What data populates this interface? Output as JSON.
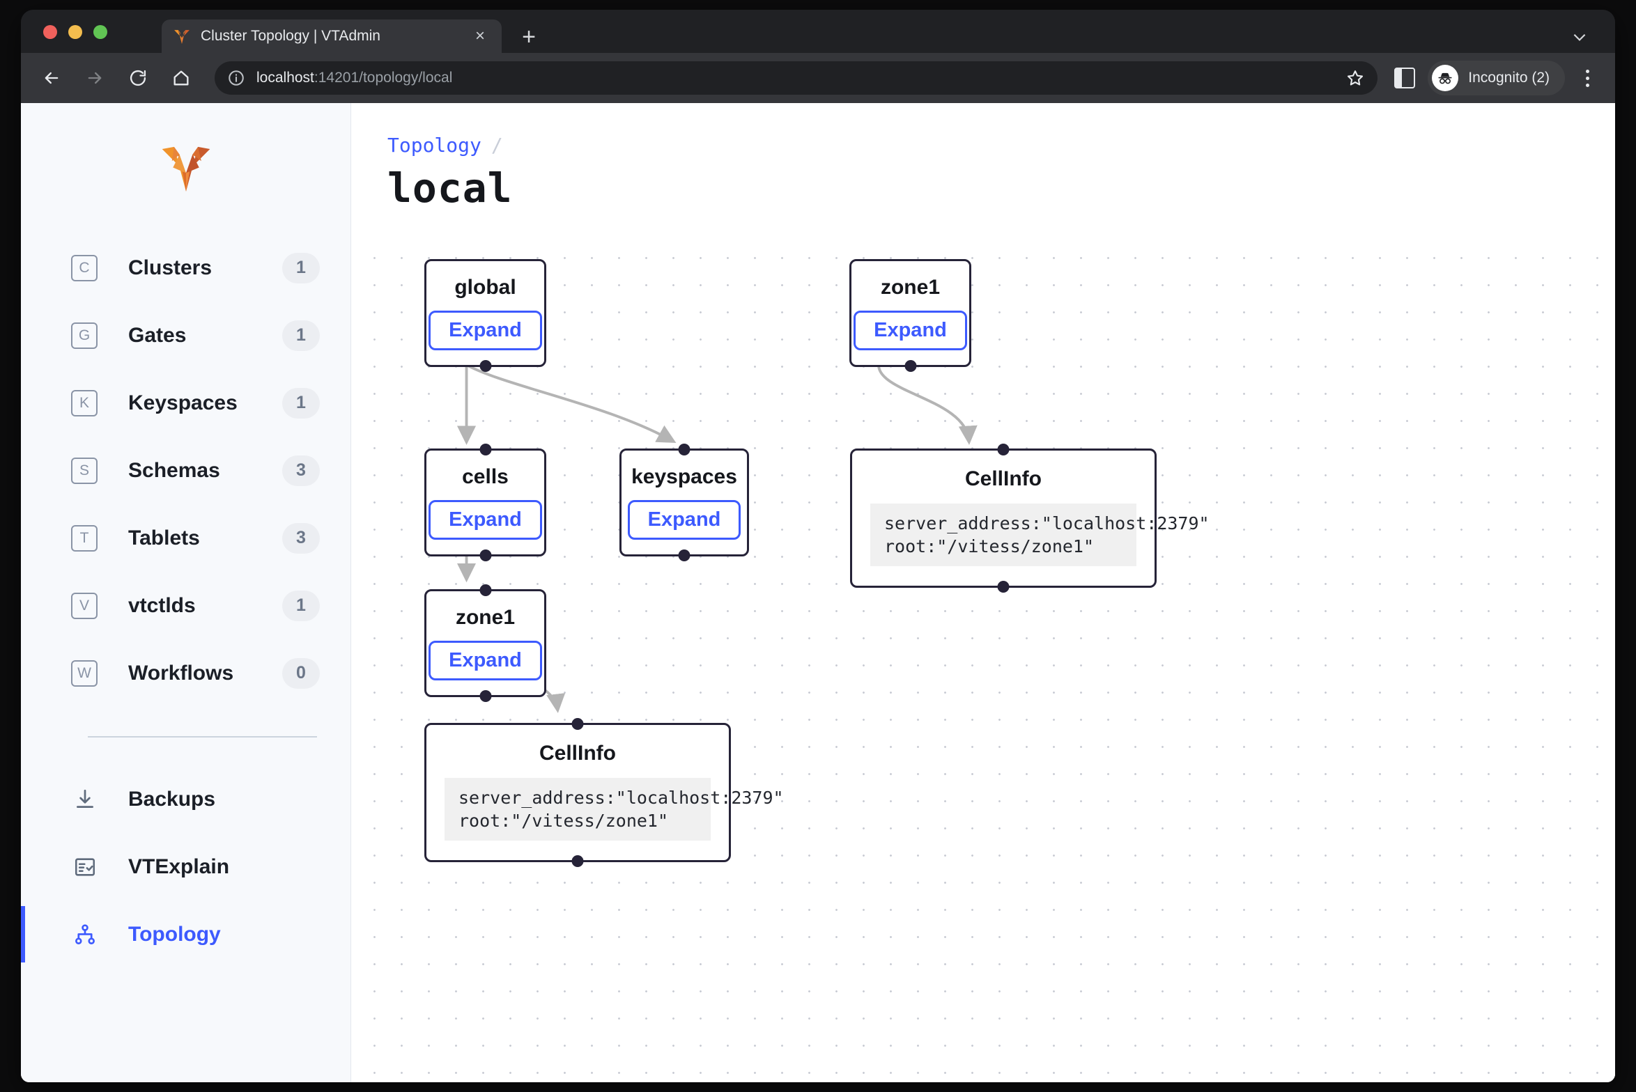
{
  "browser": {
    "tab": {
      "title": "Cluster Topology | VTAdmin",
      "favicon_name": "vitess-logo-icon",
      "close_label": "×"
    },
    "new_tab_label": "+",
    "toolbar": {
      "back_name": "back-button",
      "forward_name": "forward-button",
      "reload_name": "reload-button",
      "home_name": "home-button",
      "url_prefix": "localhost",
      "url_suffix": ":14201/topology/local",
      "full_url": "localhost:14201/topology/local",
      "profile_label": "Incognito (2)"
    }
  },
  "sidebar": {
    "logo_name": "vitess-logo",
    "items": [
      {
        "letter": "C",
        "label": "Clusters",
        "count": "1"
      },
      {
        "letter": "G",
        "label": "Gates",
        "count": "1"
      },
      {
        "letter": "K",
        "label": "Keyspaces",
        "count": "1"
      },
      {
        "letter": "S",
        "label": "Schemas",
        "count": "3"
      },
      {
        "letter": "T",
        "label": "Tablets",
        "count": "3"
      },
      {
        "letter": "V",
        "label": "vtctlds",
        "count": "1"
      },
      {
        "letter": "W",
        "label": "Workflows",
        "count": "0"
      }
    ],
    "secondary": [
      {
        "icon": "download-icon",
        "label": "Backups",
        "active": false
      },
      {
        "icon": "list-check-icon",
        "label": "VTExplain",
        "active": false
      },
      {
        "icon": "topology-icon",
        "label": "Topology",
        "active": true
      }
    ]
  },
  "main": {
    "breadcrumb_root": "Topology",
    "breadcrumb_separator": "/",
    "title": "local",
    "expand_label": "Expand",
    "nodes": [
      {
        "id": "global",
        "title": "global",
        "type": "simple"
      },
      {
        "id": "cells",
        "title": "cells",
        "type": "simple"
      },
      {
        "id": "keyspaces",
        "title": "keyspaces",
        "type": "simple"
      },
      {
        "id": "zone1-left",
        "title": "zone1",
        "type": "simple"
      },
      {
        "id": "zone1-right",
        "title": "zone1",
        "type": "simple"
      },
      {
        "id": "cellinfo-left",
        "title": "CellInfo",
        "type": "info",
        "code": "server_address:\"localhost:2379\"\nroot:\"/vitess/zone1\""
      },
      {
        "id": "cellinfo-right",
        "title": "CellInfo",
        "type": "info",
        "code": "server_address:\"localhost:2379\"\nroot:\"/vitess/zone1\""
      }
    ]
  },
  "colors": {
    "accent": "#3d5afe",
    "node_border": "#262338",
    "edge": "#b4b4b4",
    "sidebar_bg": "#f7f9fc",
    "logo_orange": "#e8703a"
  }
}
